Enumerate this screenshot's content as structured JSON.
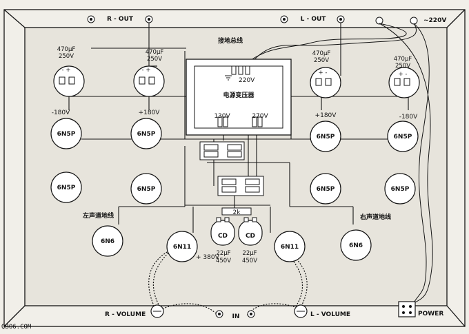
{
  "colors": {
    "ink": "#141414",
    "paper": "#f1efe9",
    "chassis": "#e7e4dc"
  },
  "jacks_top": {
    "r_out": "R - OUT",
    "l_out": "L - OUT",
    "ac_in": "~220V"
  },
  "ground_bus_label": "接地总线",
  "transformer": {
    "title": "电源变压器",
    "primary": "220V",
    "tap_130": "130V",
    "tap_270": "270V"
  },
  "caps_top": [
    {
      "spec_top": "470μF",
      "spec_bottom": "250V",
      "pins": "- +",
      "rail": "-180V"
    },
    {
      "spec_top": "470μF",
      "spec_bottom": "250V",
      "pins": "- +",
      "rail": "+180V"
    },
    {
      "spec_top": "470μF",
      "spec_bottom": "250V",
      "pins": "+ -",
      "rail": "+180V"
    },
    {
      "spec_top": "470μF",
      "spec_bottom": "250V",
      "pins": "+ -",
      "rail": "-180V"
    }
  ],
  "tubes": {
    "row1": [
      "6N5P",
      "6N5P",
      "6N5P",
      "6N5P"
    ],
    "row2": [
      "6N5P",
      "6N5P",
      "6N5P",
      "6N5P"
    ],
    "drivers": [
      "6N6",
      "6N11",
      "6N11",
      "6N6"
    ]
  },
  "ground_left": "左声道地线",
  "ground_right": "右声道地线",
  "resistor": "2k",
  "filter_caps": [
    {
      "type": "CD",
      "value": "22μF",
      "voltage": "450V"
    },
    {
      "type": "CD",
      "value": "22μF",
      "voltage": "450V"
    }
  ],
  "b_plus": "+ 380V",
  "bottom": {
    "r_volume": "R - VOLUME",
    "input": "IN",
    "l_volume": "L - VOLUME",
    "power": "POWER"
  },
  "watermark": "QBO6.COM"
}
